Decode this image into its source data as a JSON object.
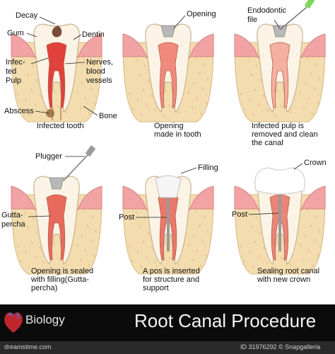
{
  "colors": {
    "bone": "#f3dcae",
    "gum": "#f2a3a4",
    "enamel": "#ffffff",
    "pulp_red": "#e0423b",
    "nerve": "#c99a6a",
    "filling": "#b8b8b8",
    "footer_bg": "#0b0b0b"
  },
  "panels": [
    {
      "caption": [
        "Infected tooth"
      ],
      "labels": {
        "decay": "Decay",
        "gum": "Gum",
        "dentin": "Dentin",
        "infected_pulp": [
          "Infec-",
          "ted",
          "Pulp"
        ],
        "nerves": [
          "Nerves,",
          "blood",
          "vessels"
        ],
        "abscess": "Abscess",
        "bone": "Bone"
      }
    },
    {
      "caption": [
        "Opening",
        "made in tooth"
      ],
      "labels": {
        "opening": "Opening"
      }
    },
    {
      "caption": [
        "Infected pulp is",
        "removed and clean",
        "the canal"
      ],
      "labels": {
        "file": [
          "Endodontic",
          "file"
        ]
      }
    },
    {
      "caption": [
        "Opening is sealed",
        "with filling(Gutta-",
        "percha)"
      ],
      "labels": {
        "plugger": "Plugger",
        "gutta": [
          "Gutta-",
          "percha"
        ]
      }
    },
    {
      "caption": [
        "A pos is inserted",
        "for structure and",
        "support"
      ],
      "labels": {
        "filling": "Filling",
        "post": "Post"
      }
    },
    {
      "caption": [
        "Sealing root canal",
        "with new crown"
      ],
      "labels": {
        "crown": "Crown",
        "post": "Post"
      }
    }
  ],
  "footer": {
    "category": "Biology",
    "title": "Root Canal Procedure"
  },
  "credit": {
    "id": "ID 31976292 © Snapgalleria",
    "site": "dreamstime.com"
  }
}
